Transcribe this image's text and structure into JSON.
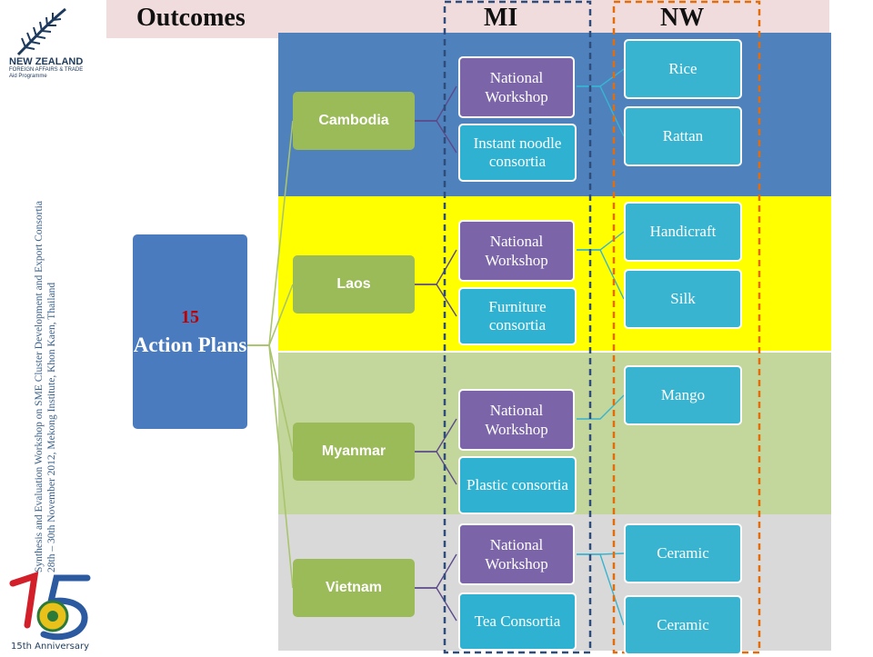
{
  "logo": {
    "name": "NEW ZEALAND",
    "sub1": "FOREIGN AFFAIRS & TRADE",
    "sub2": "Aid Programme"
  },
  "side_text": {
    "line1": "Synthesis and Evaluation Workshop on SME Cluster Development and Export Consortia",
    "line2": "28th – 30th November 2012, Mekong Institute, Khon Kaen, Thailand"
  },
  "anniversary": {
    "number": "15",
    "label": "15th Anniversary"
  },
  "header": {
    "outcomes": "Outcomes",
    "mi": "MI",
    "nw": "NW"
  },
  "root": {
    "number": "15",
    "label": "Action Plans"
  },
  "colors": {
    "cambodia_band": "#4f81bd",
    "laos_band": "#ffff00",
    "myanmar_band": "#c3d69b",
    "vietnam_band": "#d9d9d9",
    "country_node": "#9bbb59",
    "workshop_node": "#7b64a8",
    "consortia_node": "#2fb2d2",
    "mi_box": "#2e4d7b",
    "nw_box": "#e46c0a"
  },
  "countries": [
    {
      "name": "Cambodia",
      "workshop": "National Workshop",
      "consortia": "Instant noodle consortia",
      "products": [
        "Rice",
        "Rattan"
      ]
    },
    {
      "name": "Laos",
      "workshop": "National Workshop",
      "consortia": "Furniture consortia",
      "products": [
        "Handicraft",
        "Silk"
      ]
    },
    {
      "name": "Myanmar",
      "workshop": "National Workshop",
      "consortia": "Plastic consortia",
      "products": [
        "Mango"
      ]
    },
    {
      "name": "Vietnam",
      "workshop": "National Workshop",
      "consortia": "Tea Consortia",
      "products": [
        "Ceramic",
        "Ceramic"
      ]
    }
  ]
}
